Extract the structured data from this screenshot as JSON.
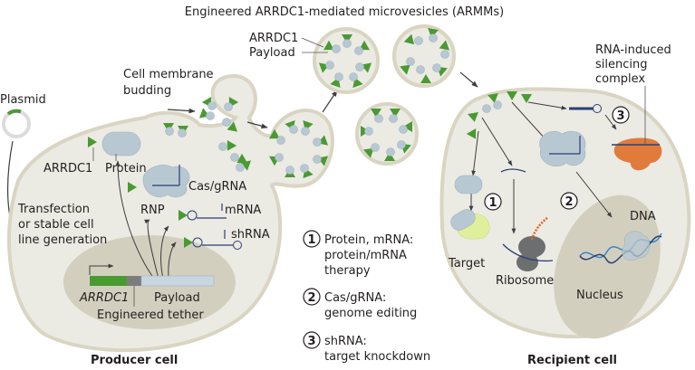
{
  "title": "Engineered ARRDC1-mediated microvesicles (ARMMs)",
  "labels": {
    "plasmid": "Plasmid",
    "budding_line1": "Cell membrane",
    "budding_line2": "budding",
    "vesicle_arrdc1": "ARRDC1",
    "vesicle_payload": "Payload",
    "arrdc1": "ARRDC1",
    "protein": "Protein",
    "cas_grna": "Cas/gRNA",
    "rnp": "RNP",
    "mrna": "mRNA",
    "shrna": "shRNA",
    "transfection_line1": "Transfection",
    "transfection_line2": "or stable cell",
    "transfection_line3": "line generation",
    "gene_arrdc1": "ARRDC1",
    "gene_payload": "Payload",
    "engineered_tether": "Engineered tether",
    "producer_cell": "Producer cell",
    "risc_line1": "RNA-induced",
    "risc_line2": "silencing",
    "risc_line3": "complex",
    "target": "Target",
    "ribosome": "Ribosome",
    "dna": "DNA",
    "nucleus": "Nucleus",
    "recipient_cell": "Recipient cell"
  },
  "markers": [
    "1",
    "2",
    "3"
  ],
  "legend": [
    {
      "num": "1",
      "line1": "Protein, mRNA:",
      "line2": "protein/mRNA",
      "line3": "therapy"
    },
    {
      "num": "2",
      "line1": "Cas/gRNA:",
      "line2": "genome editing"
    },
    {
      "num": "3",
      "line1": "shRNA:",
      "line2": "target knockdown"
    }
  ],
  "colors": {
    "cell_fill": "#ebeae3",
    "membrane": "#d9d5c2",
    "nucleus": "#d3cfbf",
    "arrdc1_green": "#4a9a32",
    "payload_blue": "#b7c8d3",
    "risc_orange": "#e07b3c",
    "target_yellow": "#e0ef9c",
    "ribosome_gray": "#6d6e70",
    "dna_blue": "#3b86c4",
    "tether_gray": "#7c7c7c",
    "arrow": "#3d3d3d"
  }
}
